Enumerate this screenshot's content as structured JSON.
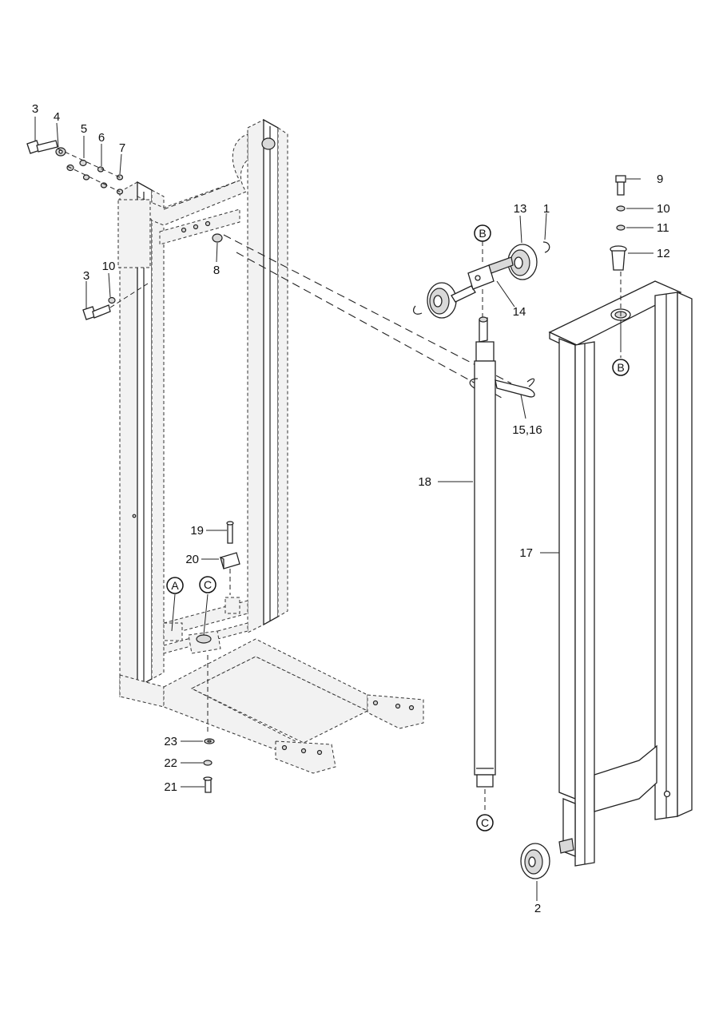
{
  "part_labels": {
    "p1": "1",
    "p2": "2",
    "p3a": "3",
    "p3b": "3",
    "p4": "4",
    "p5": "5",
    "p6": "6",
    "p7": "7",
    "p8": "8",
    "p9": "9",
    "p10a": "10",
    "p10b": "10",
    "p11": "11",
    "p12": "12",
    "p13": "13",
    "p14": "14",
    "p1516": "15,16",
    "p17": "17",
    "p18": "18",
    "p19": "19",
    "p20": "20",
    "p21": "21",
    "p22": "22",
    "p23": "23"
  },
  "detail_refs": {
    "a": "A",
    "b_top": "B",
    "b_right": "B",
    "c_base": "C",
    "c_bottom": "C"
  }
}
